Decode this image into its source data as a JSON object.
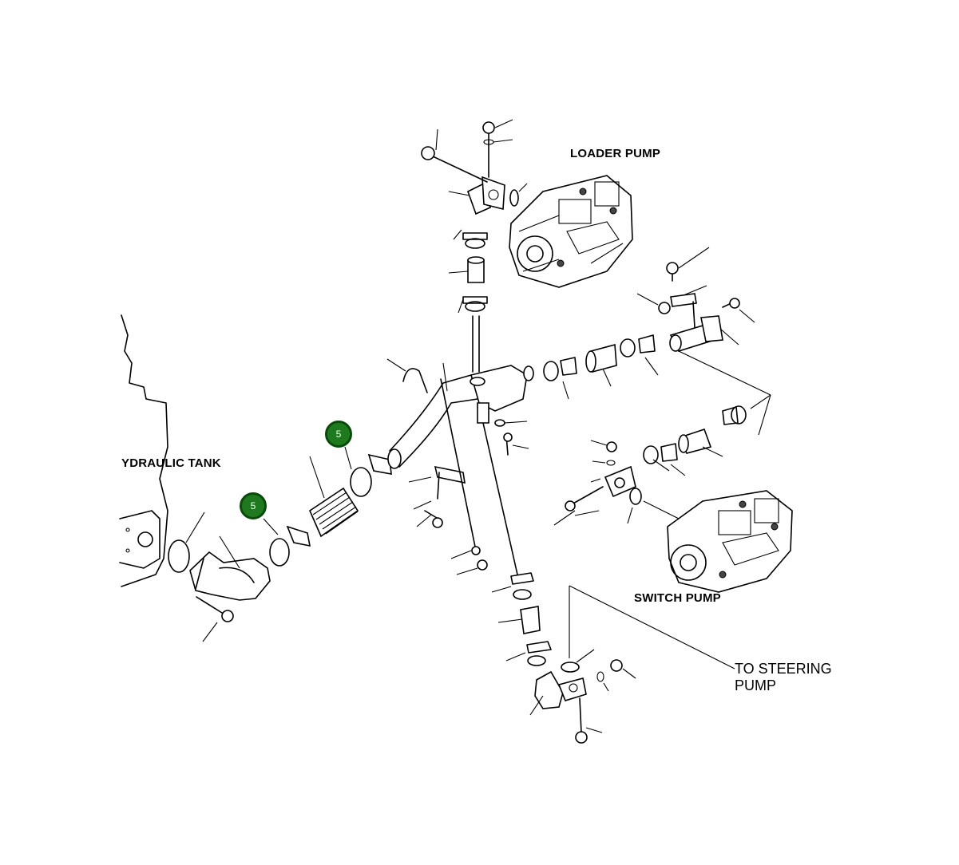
{
  "labels": {
    "loader_pump": "LOADER PUMP",
    "hydraulic_tank": "YDRAULIC TANK",
    "switch_pump": "SWITCH PUMP",
    "to_steering_line1": "TO STEERING",
    "to_steering_line2": "PUMP"
  },
  "callouts": [
    {
      "number": "5"
    },
    {
      "number": "5"
    }
  ],
  "colors": {
    "callout_fill": "#1f7a1f",
    "line": "#000000",
    "background": "#ffffff"
  }
}
